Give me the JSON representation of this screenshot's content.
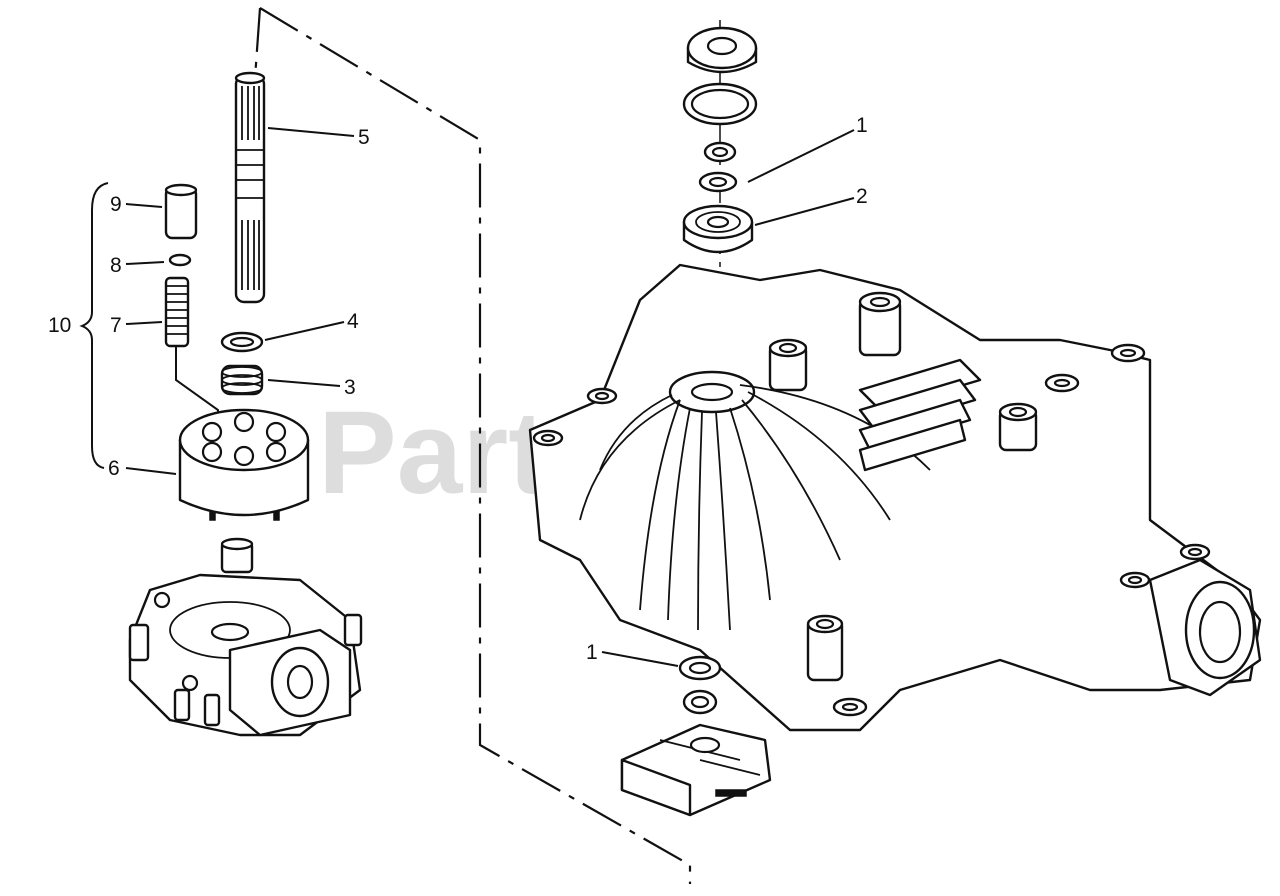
{
  "watermark": "PartsTree",
  "callouts": [
    {
      "id": "c1-top",
      "text": "1"
    },
    {
      "id": "c2",
      "text": "2"
    },
    {
      "id": "c3",
      "text": "3"
    },
    {
      "id": "c4",
      "text": "4"
    },
    {
      "id": "c5",
      "text": "5"
    },
    {
      "id": "c6",
      "text": "6"
    },
    {
      "id": "c7",
      "text": "7"
    },
    {
      "id": "c8",
      "text": "8"
    },
    {
      "id": "c9",
      "text": "9"
    },
    {
      "id": "c10",
      "text": "10"
    },
    {
      "id": "c1-bottom",
      "text": "1"
    }
  ]
}
